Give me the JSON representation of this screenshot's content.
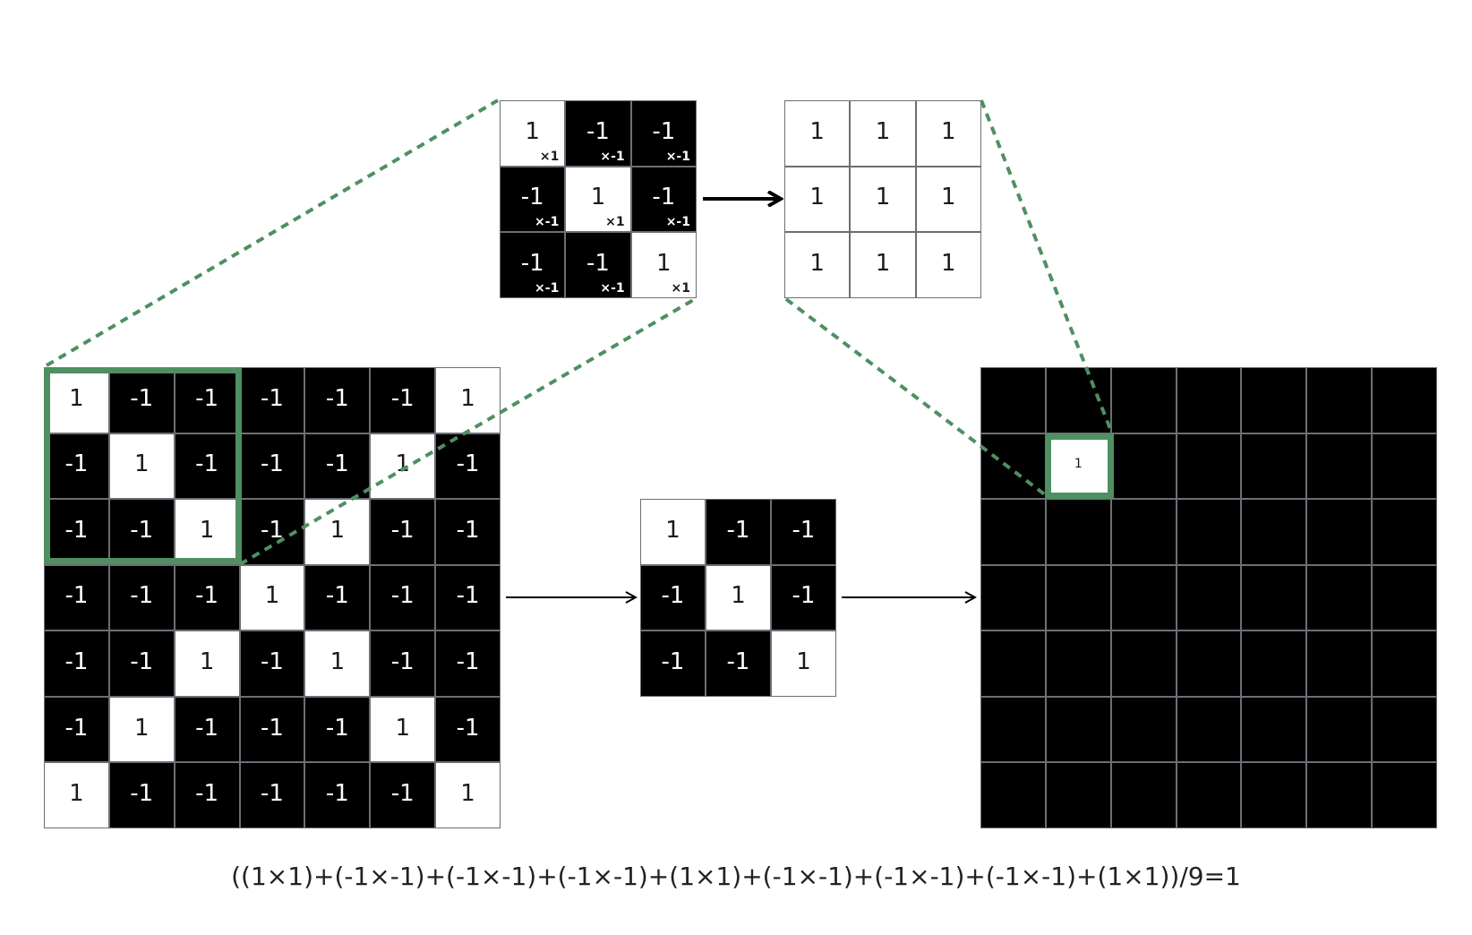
{
  "input_grid": [
    [
      "1",
      "-1",
      "-1",
      "-1",
      "-1",
      "-1",
      "1"
    ],
    [
      "-1",
      "1",
      "-1",
      "-1",
      "-1",
      "1",
      "-1"
    ],
    [
      "-1",
      "-1",
      "1",
      "-1",
      "1",
      "-1",
      "-1"
    ],
    [
      "-1",
      "-1",
      "-1",
      "1",
      "-1",
      "-1",
      "-1"
    ],
    [
      "-1",
      "-1",
      "1",
      "-1",
      "1",
      "-1",
      "-1"
    ],
    [
      "-1",
      "1",
      "-1",
      "-1",
      "-1",
      "1",
      "-1"
    ],
    [
      "1",
      "-1",
      "-1",
      "-1",
      "-1",
      "-1",
      "1"
    ]
  ],
  "patch_grid": [
    [
      {
        "value": "1",
        "mult": "×1"
      },
      {
        "value": "-1",
        "mult": "×-1"
      },
      {
        "value": "-1",
        "mult": "×-1"
      }
    ],
    [
      {
        "value": "-1",
        "mult": "×-1"
      },
      {
        "value": "1",
        "mult": "×1"
      },
      {
        "value": "-1",
        "mult": "×-1"
      }
    ],
    [
      {
        "value": "-1",
        "mult": "×-1"
      },
      {
        "value": "-1",
        "mult": "×-1"
      },
      {
        "value": "1",
        "mult": "×1"
      }
    ]
  ],
  "product_grid": [
    [
      "1",
      "1",
      "1"
    ],
    [
      "1",
      "1",
      "1"
    ],
    [
      "1",
      "1",
      "1"
    ]
  ],
  "filter_grid": [
    [
      "1",
      "-1",
      "-1"
    ],
    [
      "-1",
      "1",
      "-1"
    ],
    [
      "-1",
      "-1",
      "1"
    ]
  ],
  "output_grid": [
    [
      "",
      "",
      "",
      "",
      "",
      "",
      ""
    ],
    [
      "",
      "1",
      "",
      "",
      "",
      "",
      ""
    ],
    [
      "",
      "",
      "",
      "",
      "",
      "",
      ""
    ],
    [
      "",
      "",
      "",
      "",
      "",
      "",
      ""
    ],
    [
      "",
      "",
      "",
      "",
      "",
      "",
      ""
    ],
    [
      "",
      "",
      "",
      "",
      "",
      "",
      ""
    ],
    [
      "",
      "",
      "",
      "",
      "",
      "",
      ""
    ]
  ],
  "formula": "((1×1)+(-1×-1)+(-1×-1)+(-1×-1)+(1×1)+(-1×-1)+(-1×-1)+(-1×-1)+(1×1))/9=1",
  "colors": {
    "highlight": "#4f8f62",
    "cell_dark": "#000000",
    "cell_light": "#ffffff",
    "grid_line": "#6b6f75"
  }
}
